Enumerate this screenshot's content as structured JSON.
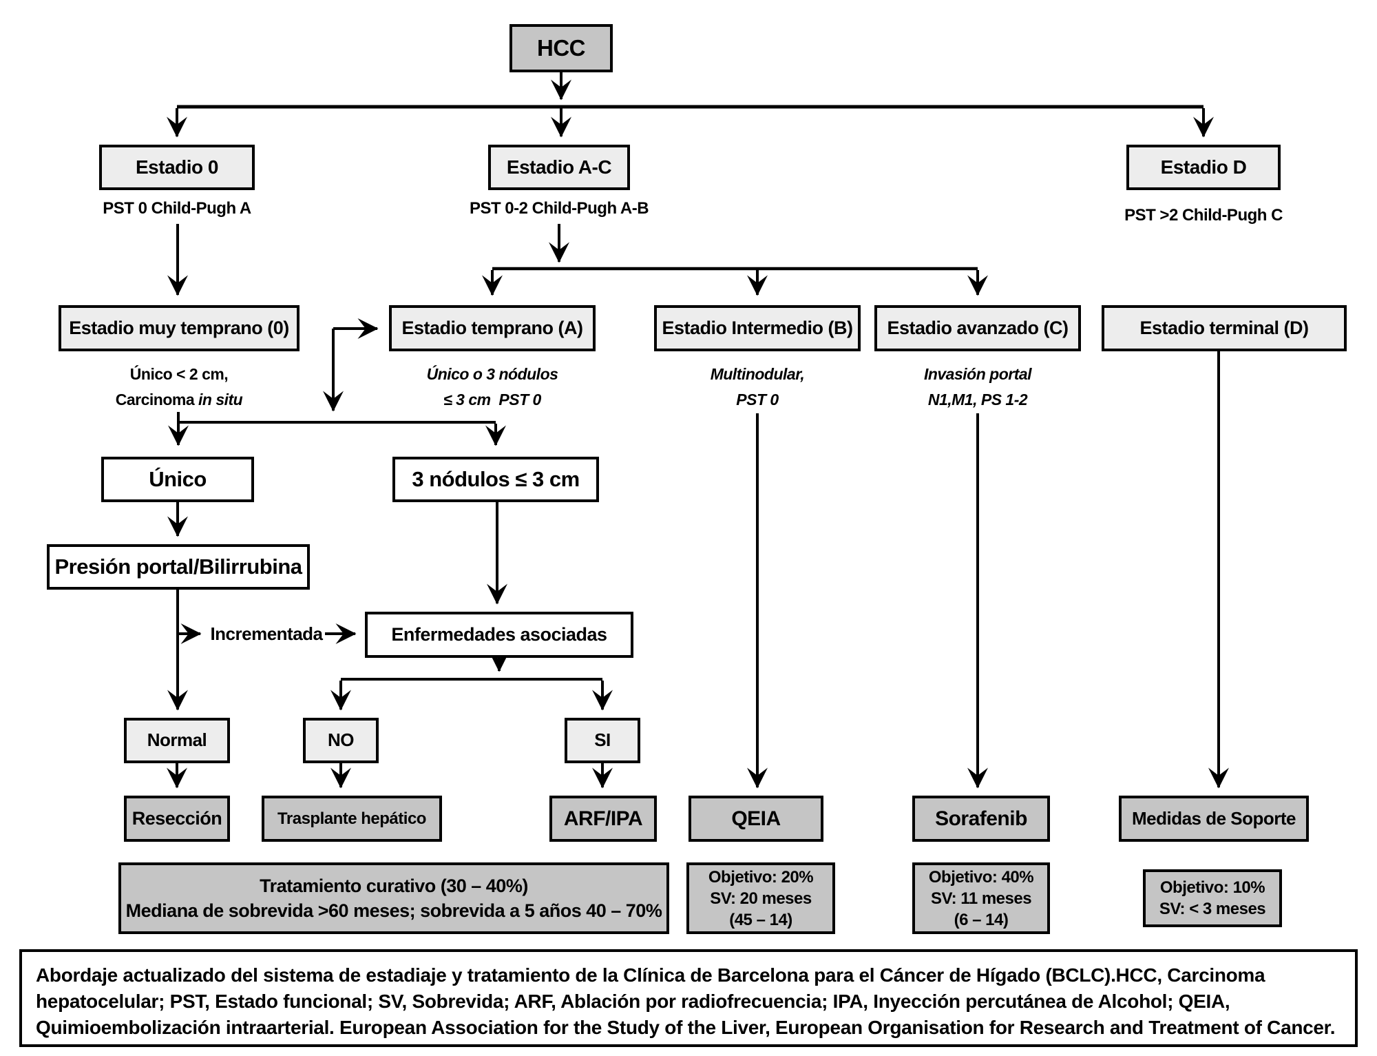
{
  "colors": {
    "box_dark": "#c5c5c5",
    "box_light": "#ededed",
    "box_white": "#ffffff",
    "line": "#000000"
  },
  "nodes": {
    "hcc": "HCC",
    "estadio0": "Estadio 0",
    "estadio0_sub": "PST 0 Child-Pugh A",
    "estadioAC": "Estadio A-C",
    "estadioAC_sub": "PST 0-2 Child-Pugh A-B",
    "estadioD": "Estadio D",
    "estadioD_sub": "PST >2 Child-Pugh C",
    "muy_temprano": "Estadio muy temprano (0)",
    "muy_temprano_sub1": "Único < 2 cm,",
    "muy_temprano_sub2a": "Carcinoma ",
    "muy_temprano_sub2b": "in situ",
    "temprano": "Estadio temprano (A)",
    "temprano_sub1": "Único o 3 nódulos",
    "temprano_sub2": "≤ 3 cm  PST 0",
    "intermedio": "Estadio Intermedio (B)",
    "intermedio_sub1": "Multinodular,",
    "intermedio_sub2": "PST 0",
    "avanzado": "Estadio avanzado (C)",
    "avanzado_sub1": "Invasión portal",
    "avanzado_sub2": "N1,M1, PS 1-2",
    "terminal": "Estadio terminal (D)",
    "unico": "Único",
    "nodulos": "3 nódulos ≤ 3 cm",
    "presion": "Presión portal/Bilirrubina",
    "incrementada": "Incrementada",
    "enfermedades": "Enfermedades asociadas",
    "normal": "Normal",
    "no": "NO",
    "si": "SI"
  },
  "treatments": {
    "reseccion": "Resección",
    "trasplante": "Trasplante hepático",
    "arf_ipa": "ARF/IPA",
    "qeia": "QEIA",
    "sorafenib": "Sorafenib",
    "soporte": "Medidas de Soporte"
  },
  "outcomes": {
    "curativo_l1": "Tratamiento curativo (30 – 40%)",
    "curativo_l2": "Mediana de sobrevida >60 meses; sobrevida a 5 años 40 – 70%",
    "qeia_l1": "Objetivo: 20%",
    "qeia_l2": "SV: 20 meses",
    "qeia_l3": "(45 – 14)",
    "sorafenib_l1": "Objetivo: 40%",
    "sorafenib_l2": "SV: 11 meses",
    "sorafenib_l3": "(6 – 14)",
    "soporte_l1": "Objetivo: 10%",
    "soporte_l2": "SV: < 3 meses"
  },
  "caption": {
    "line1": "Abordaje actualizado del sistema de estadiaje y tratamiento de la Clínica de Barcelona para el Cáncer de Hígado (BCLC).HCC, Carcinoma",
    "line2": "hepatocelular; PST, Estado funcional; SV, Sobrevida; ARF, Ablación por radiofrecuencia; IPA, Inyección percutánea de Alcohol; QEIA,",
    "line3": "Quimioembolización intraarterial. European Association for the Study of the Liver, European Organisation for Research and Treatment of Cancer."
  }
}
